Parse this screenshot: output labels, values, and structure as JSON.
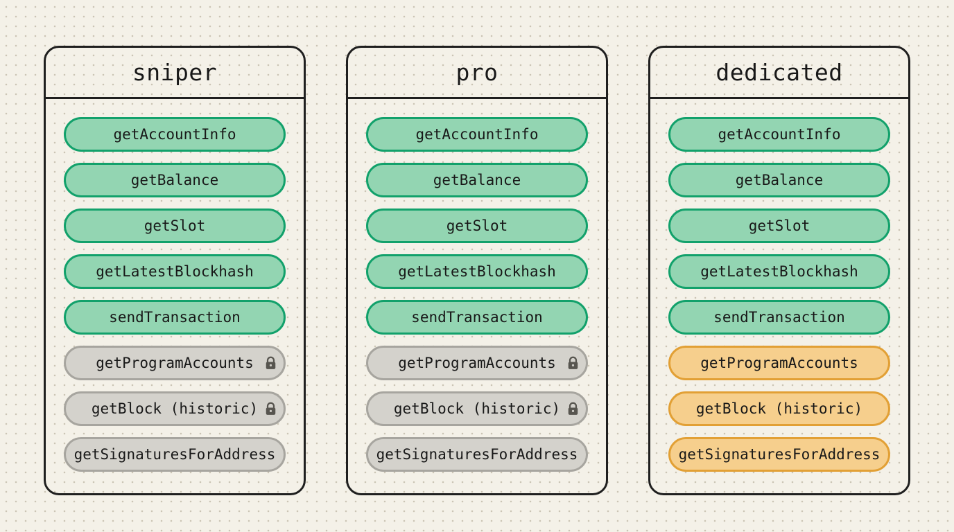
{
  "diagram": {
    "background_color": "#f4f1e8",
    "dot_color": "#cbc5b5",
    "card_border_color": "#1f1f1f",
    "text_color": "#181818",
    "lock_icon_color": "#57554f",
    "lock_keyhole_color": "#cfcdc7"
  },
  "pill_colors": {
    "available": {
      "fill": "#93d5b2",
      "border": "#12a16b"
    },
    "locked": {
      "fill": "#d4d2cc",
      "border": "#a7a59f"
    },
    "highlighted": {
      "fill": "#f6cf8d",
      "border": "#e2a035"
    }
  },
  "cards": [
    {
      "title": "sniper",
      "methods": [
        {
          "label": "getAccountInfo",
          "status": "available",
          "locked": false
        },
        {
          "label": "getBalance",
          "status": "available",
          "locked": false
        },
        {
          "label": "getSlot",
          "status": "available",
          "locked": false
        },
        {
          "label": "getLatestBlockhash",
          "status": "available",
          "locked": false
        },
        {
          "label": "sendTransaction",
          "status": "available",
          "locked": false
        },
        {
          "label": "getProgramAccounts",
          "status": "locked",
          "locked": true
        },
        {
          "label": "getBlock (historic)",
          "status": "locked",
          "locked": true
        },
        {
          "label": "getSignaturesForAddress",
          "status": "locked",
          "locked": false
        }
      ]
    },
    {
      "title": "pro",
      "methods": [
        {
          "label": "getAccountInfo",
          "status": "available",
          "locked": false
        },
        {
          "label": "getBalance",
          "status": "available",
          "locked": false
        },
        {
          "label": "getSlot",
          "status": "available",
          "locked": false
        },
        {
          "label": "getLatestBlockhash",
          "status": "available",
          "locked": false
        },
        {
          "label": "sendTransaction",
          "status": "available",
          "locked": false
        },
        {
          "label": "getProgramAccounts",
          "status": "locked",
          "locked": true
        },
        {
          "label": "getBlock (historic)",
          "status": "locked",
          "locked": true
        },
        {
          "label": "getSignaturesForAddress",
          "status": "locked",
          "locked": false
        }
      ]
    },
    {
      "title": "dedicated",
      "methods": [
        {
          "label": "getAccountInfo",
          "status": "available",
          "locked": false
        },
        {
          "label": "getBalance",
          "status": "available",
          "locked": false
        },
        {
          "label": "getSlot",
          "status": "available",
          "locked": false
        },
        {
          "label": "getLatestBlockhash",
          "status": "available",
          "locked": false
        },
        {
          "label": "sendTransaction",
          "status": "available",
          "locked": false
        },
        {
          "label": "getProgramAccounts",
          "status": "highlighted",
          "locked": false
        },
        {
          "label": "getBlock (historic)",
          "status": "highlighted",
          "locked": false
        },
        {
          "label": "getSignaturesForAddress",
          "status": "highlighted",
          "locked": false
        }
      ]
    }
  ]
}
